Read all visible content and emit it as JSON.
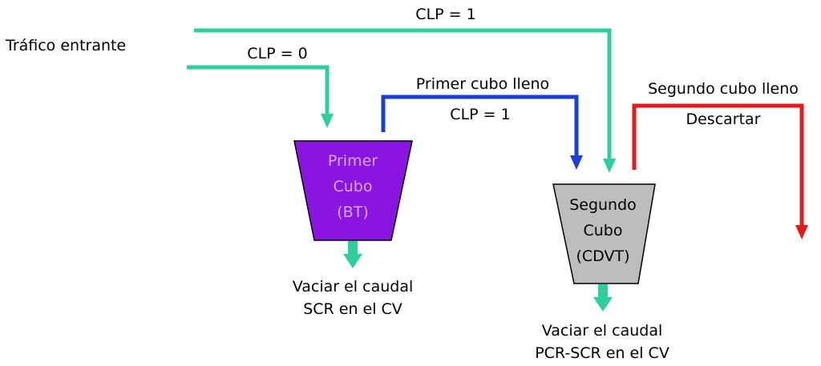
{
  "labels": {
    "incoming_traffic": "Tráfico entrante",
    "clp_top": "CLP = 1",
    "clp_zero": "CLP = 0",
    "first_full": "Primer cubo lleno",
    "clp_mid": "CLP = 1",
    "second_full": "Segundo cubo lleno",
    "discard": "Descartar"
  },
  "buckets": {
    "first": {
      "lines": [
        "Primer",
        "Cubo",
        "(BT)"
      ],
      "drain_lines": [
        "Vaciar el caudal",
        "SCR en el CV"
      ]
    },
    "second": {
      "lines": [
        "Segundo",
        "Cubo",
        "(CDVT)"
      ],
      "drain_lines": [
        "Vaciar el caudal",
        "PCR-SCR en el CV"
      ]
    }
  },
  "colors": {
    "teal": "#2ecf9c",
    "blue": "#1a3fd6",
    "red": "#e51a1a",
    "first_bucket_fill": "#8a14e0",
    "first_bucket_text": "#d3a8ff",
    "second_bucket_fill": "#bdbdbd",
    "second_bucket_text": "#000000"
  }
}
